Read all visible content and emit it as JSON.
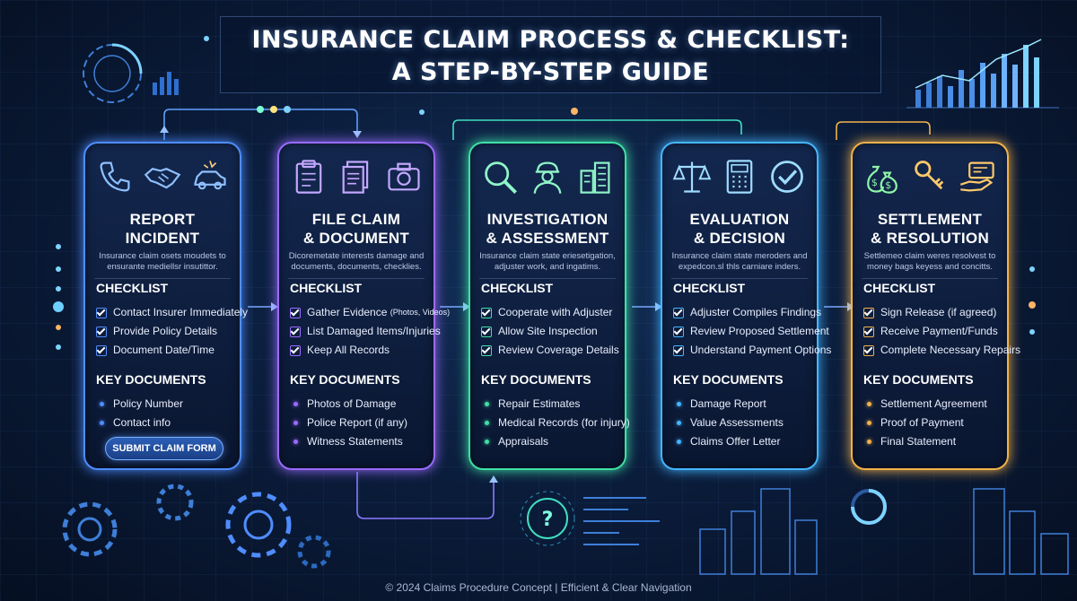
{
  "header": {
    "title_line1": "INSURANCE CLAIM PROCESS & CHECKLIST:",
    "title_line2": "A STEP-BY-STEP GUIDE"
  },
  "colors": {
    "step1": "#4f8dff",
    "step2": "#9a6bff",
    "step3": "#3fe0a4",
    "step4": "#45b6ff",
    "step5": "#f2b24a"
  },
  "steps": [
    {
      "title_line1": "REPORT",
      "title_line2": "INCIDENT",
      "description": "Insurance claim osets moudets to ensurante mediellsr insutittor.",
      "icons": [
        "phone-icon",
        "handshake-icon",
        "car-crash-icon"
      ],
      "checklist_title": "CHECKLIST",
      "checklist": [
        "Contact Insurer Immediately",
        "Provide Policy Details",
        "Document Date/Time"
      ],
      "documents_title": "KEY DOCUMENTS",
      "documents": [
        "Policy Number",
        "Contact info"
      ],
      "button_label": "SUBMIT CLAIM FORM"
    },
    {
      "title_line1": "FILE CLAIM",
      "title_line2": "& DOCUMENT",
      "description": "Dicoremetate interests damage and documents, documents, checklies.",
      "icons": [
        "clipboard-icon",
        "documents-icon",
        "camera-icon"
      ],
      "checklist_title": "CHECKLIST",
      "checklist": [
        "Gather Evidence",
        "List Damaged Items/Injuries",
        "Keep All Records"
      ],
      "checklist_note": "(Photos, Videos)",
      "documents_title": "KEY DOCUMENTS",
      "documents": [
        "Photos of Damage",
        "Police Report (if any)",
        "Witness Statements"
      ]
    },
    {
      "title_line1": "INVESTIGATION",
      "title_line2": "& ASSESSMENT",
      "description": "Insurance claim state eriesetigation, adjuster work, and ingatims.",
      "icons": [
        "magnifier-icon",
        "adjuster-icon",
        "buildings-icon"
      ],
      "checklist_title": "CHECKLIST",
      "checklist": [
        "Cooperate with Adjuster",
        "Allow Site Inspection",
        "Review Coverage Details"
      ],
      "documents_title": "KEY DOCUMENTS",
      "documents": [
        "Repair Estimates",
        "Medical Records (for injury)",
        "Appraisals"
      ]
    },
    {
      "title_line1": "EVALUATION",
      "title_line2": "& DECISION",
      "description": "Insurance claim state meroders and expedcon.sl thls carniare inders.",
      "icons": [
        "scales-icon",
        "calculator-icon",
        "check-circle-icon"
      ],
      "checklist_title": "CHECKLIST",
      "checklist": [
        "Adjuster Compiles Findings",
        "Review Proposed Settlement",
        "Understand Payment Options"
      ],
      "documents_title": "KEY DOCUMENTS",
      "documents": [
        "Damage Report",
        "Value Assessments",
        "Claims Offer Letter"
      ]
    },
    {
      "title_line1": "SETTLEMENT",
      "title_line2": "& RESOLUTION",
      "description": "Settlemeo claim weres resolvest to money bags keyess and concitts.",
      "icons": [
        "money-bags-icon",
        "keys-icon",
        "payment-hand-icon"
      ],
      "checklist_title": "CHECKLIST",
      "checklist": [
        "Sign Release (if agreed)",
        "Receive Payment/Funds",
        "Complete Necessary Repairs"
      ],
      "documents_title": "KEY DOCUMENTS",
      "documents": [
        "Settlement Agreement",
        "Proof of Payment",
        "Final Statement"
      ]
    }
  ],
  "footer": "© 2024 Claims Procedure Concept | Efficient & Clear Navigation"
}
